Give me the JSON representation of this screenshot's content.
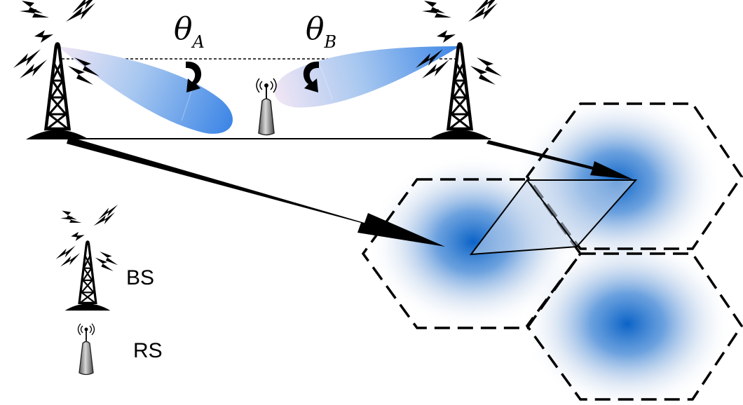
{
  "labels": {
    "theta_a_symbol": "θ",
    "theta_a_subscript": "A",
    "theta_b_symbol": "θ",
    "theta_b_subscript": "B"
  },
  "legend": {
    "bs_label": "BS",
    "rs_label": "RS"
  },
  "colors": {
    "beam_blue": "#2f7fe0",
    "cell_blue": "#0b63c7",
    "outline": "#000000"
  },
  "icons": [
    "base-station-tower-icon",
    "relay-station-icon",
    "lightning-bolt-icon",
    "curved-arrow-icon"
  ]
}
